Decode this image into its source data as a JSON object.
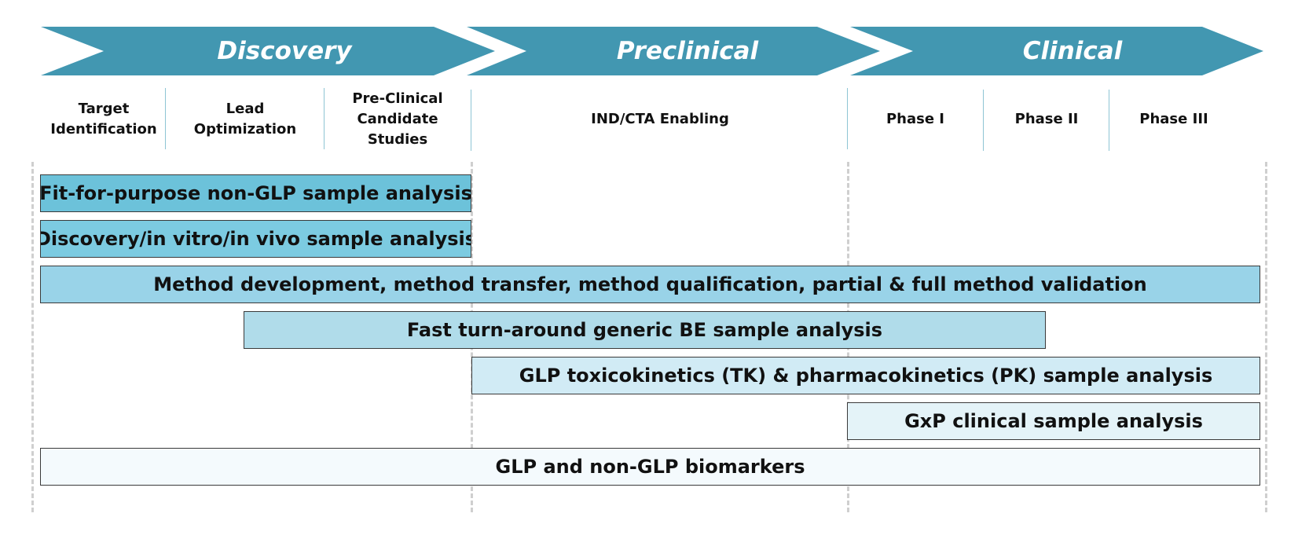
{
  "colors": {
    "chevron": "#4297b1",
    "bar_1": "#6cc2da",
    "bar_2": "#7ccbe1",
    "bar_3": "#99d3e8",
    "bar_4": "#b0dcea",
    "bar_5": "#d1ebf5",
    "bar_6": "#e4f3f8",
    "bar_7": "#f4fafd"
  },
  "phases": [
    "Discovery",
    "Preclinical",
    "Clinical"
  ],
  "stages": [
    "Target\nIdentification",
    "Lead\nOptimization",
    "Pre-Clinical\nCandidate\nStudies",
    "IND/CTA Enabling",
    "Phase I",
    "Phase II",
    "Phase III"
  ],
  "services": [
    "Fit-for-purpose non-GLP sample analysis",
    "Discovery/in vitro/in vivo sample analysis",
    "Method development, method transfer, method qualification, partial & full method validation",
    "Fast turn-around generic BE sample analysis",
    "GLP toxicokinetics (TK) & pharmacokinetics (PK) sample analysis",
    "GxP clinical sample analysis",
    "GLP and non-GLP biomarkers"
  ]
}
